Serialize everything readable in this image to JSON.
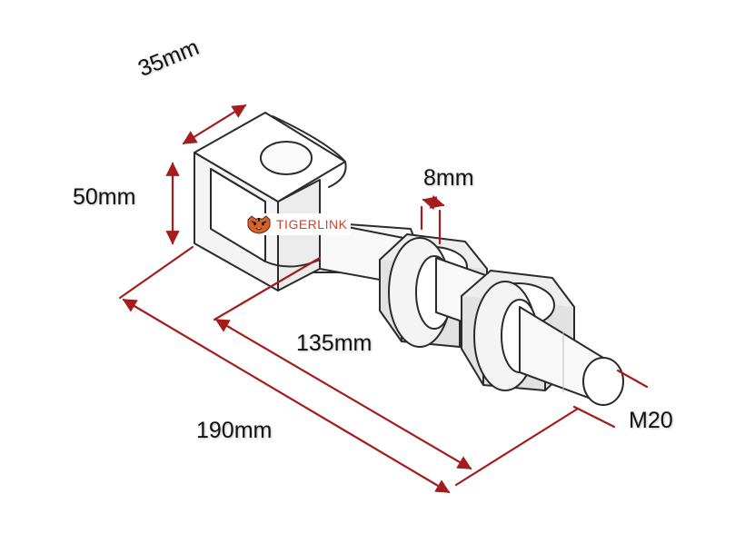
{
  "diagram": {
    "dimensions": {
      "width_top": "35mm",
      "height": "50mm",
      "nut_thickness": "8mm",
      "thread_length": "135mm",
      "overall_length": "190mm",
      "thread_size": "M20"
    },
    "brand": {
      "name": "TIGERLINK",
      "logo_icon": "tiger-head-icon"
    },
    "colors": {
      "dimension_line": "#a51c1c",
      "outline": "#2b2b2b",
      "brand_text": "#c8452e"
    }
  }
}
